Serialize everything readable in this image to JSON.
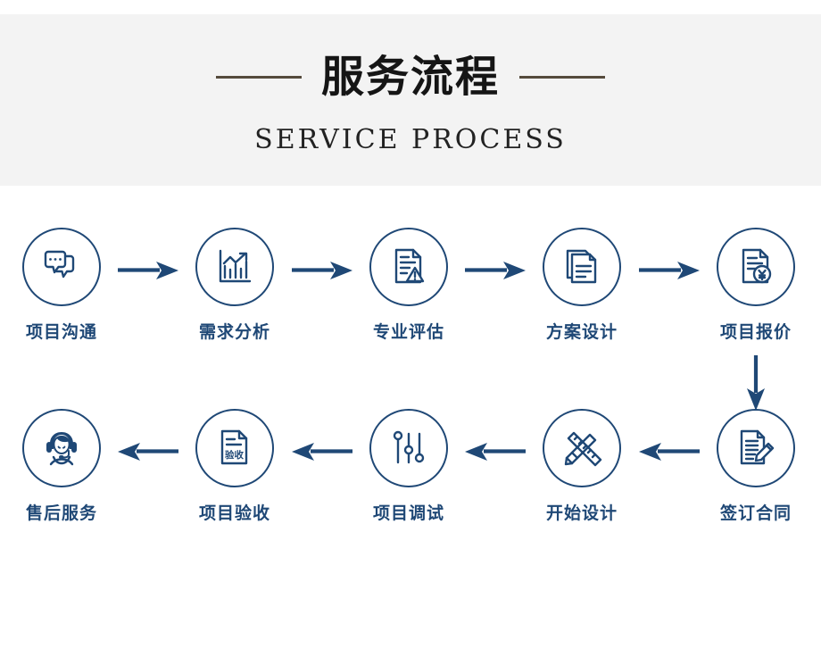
{
  "header": {
    "title_cn": "服务流程",
    "title_en": "SERVICE  PROCESS",
    "band_color": "#f3f3f3",
    "rule_color": "#554a3c",
    "title_color": "#151515"
  },
  "theme": {
    "accent": "#1f4876",
    "arrow": "#1f4876",
    "page_background": "#ffffff"
  },
  "flow": {
    "row1": [
      {
        "label": "项目沟通",
        "icon": "chat-bubbles-icon"
      },
      {
        "label": "需求分析",
        "icon": "bar-chart-trend-icon"
      },
      {
        "label": "专业评估",
        "icon": "document-warning-icon"
      },
      {
        "label": "方案设计",
        "icon": "stacked-documents-icon"
      },
      {
        "label": "项目报价",
        "icon": "document-yuan-icon"
      }
    ],
    "row2": [
      {
        "label": "售后服务",
        "icon": "headset-agent-icon"
      },
      {
        "label": "项目验收",
        "icon": "document-acceptance-icon",
        "inner_text": "验收"
      },
      {
        "label": "项目调试",
        "icon": "sliders-icon"
      },
      {
        "label": "开始设计",
        "icon": "pencil-ruler-icon"
      },
      {
        "label": "签订合同",
        "icon": "contract-pen-icon"
      }
    ],
    "arrows": {
      "row1_direction": "right",
      "row2_direction": "left",
      "connector_direction": "down",
      "row1_count": 4,
      "row2_count": 4
    }
  }
}
